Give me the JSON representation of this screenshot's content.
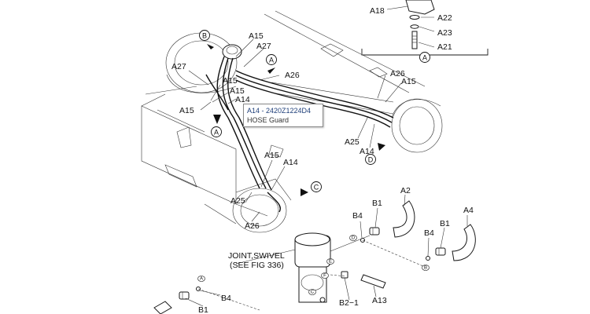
{
  "diagram": {
    "callouts": [
      {
        "id": "A18",
        "text": "A18"
      },
      {
        "id": "A22",
        "text": "A22"
      },
      {
        "id": "A23",
        "text": "A23"
      },
      {
        "id": "A21",
        "text": "A21"
      },
      {
        "id": "A15-top",
        "text": "A15"
      },
      {
        "id": "A27-top",
        "text": "A27"
      },
      {
        "id": "A27-left",
        "text": "A27"
      },
      {
        "id": "A26-top",
        "text": "A26"
      },
      {
        "id": "A15-mid1",
        "text": "A15"
      },
      {
        "id": "A15-mid2",
        "text": "A15"
      },
      {
        "id": "A14-mid",
        "text": "A14"
      },
      {
        "id": "A15-left",
        "text": "A15"
      },
      {
        "id": "A26-right",
        "text": "A26"
      },
      {
        "id": "A15-right",
        "text": "A15"
      },
      {
        "id": "A25-right",
        "text": "A25"
      },
      {
        "id": "A14-right",
        "text": "A14"
      },
      {
        "id": "A15-low",
        "text": "A15"
      },
      {
        "id": "A14-low",
        "text": "A14"
      },
      {
        "id": "A25-low",
        "text": "A25"
      },
      {
        "id": "A26-low",
        "text": "A26"
      },
      {
        "id": "A2",
        "text": "A2"
      },
      {
        "id": "B1-a",
        "text": "B1"
      },
      {
        "id": "B4-a",
        "text": "B4"
      },
      {
        "id": "A4",
        "text": "A4"
      },
      {
        "id": "B1-b",
        "text": "B1"
      },
      {
        "id": "B4-b",
        "text": "B4"
      },
      {
        "id": "B4-c",
        "text": "B4"
      },
      {
        "id": "B1-c",
        "text": "B1"
      },
      {
        "id": "B2-1",
        "text": "B2−1"
      },
      {
        "id": "A13",
        "text": "A13"
      }
    ],
    "view_markers": [
      {
        "id": "view-A-inset",
        "letter": "A"
      },
      {
        "id": "view-B",
        "letter": "B"
      },
      {
        "id": "view-A-top",
        "letter": "A"
      },
      {
        "id": "view-A-left",
        "letter": "A"
      },
      {
        "id": "view-C",
        "letter": "C"
      },
      {
        "id": "view-D",
        "letter": "D"
      }
    ],
    "mini_markers": [
      {
        "id": "mini-D",
        "letter": "D"
      },
      {
        "id": "mini-B",
        "letter": "B"
      },
      {
        "id": "mini-E",
        "letter": "E"
      },
      {
        "id": "mini-F",
        "letter": "F"
      },
      {
        "id": "mini-A",
        "letter": "A"
      },
      {
        "id": "mini-C",
        "letter": "C"
      }
    ],
    "note": {
      "line1": "JOINT,SWIVEL",
      "line2": "(SEE FIG 336)"
    }
  },
  "tooltip": {
    "title": "A14 - 2420Z1224D4",
    "description": "HOSE Guard"
  }
}
